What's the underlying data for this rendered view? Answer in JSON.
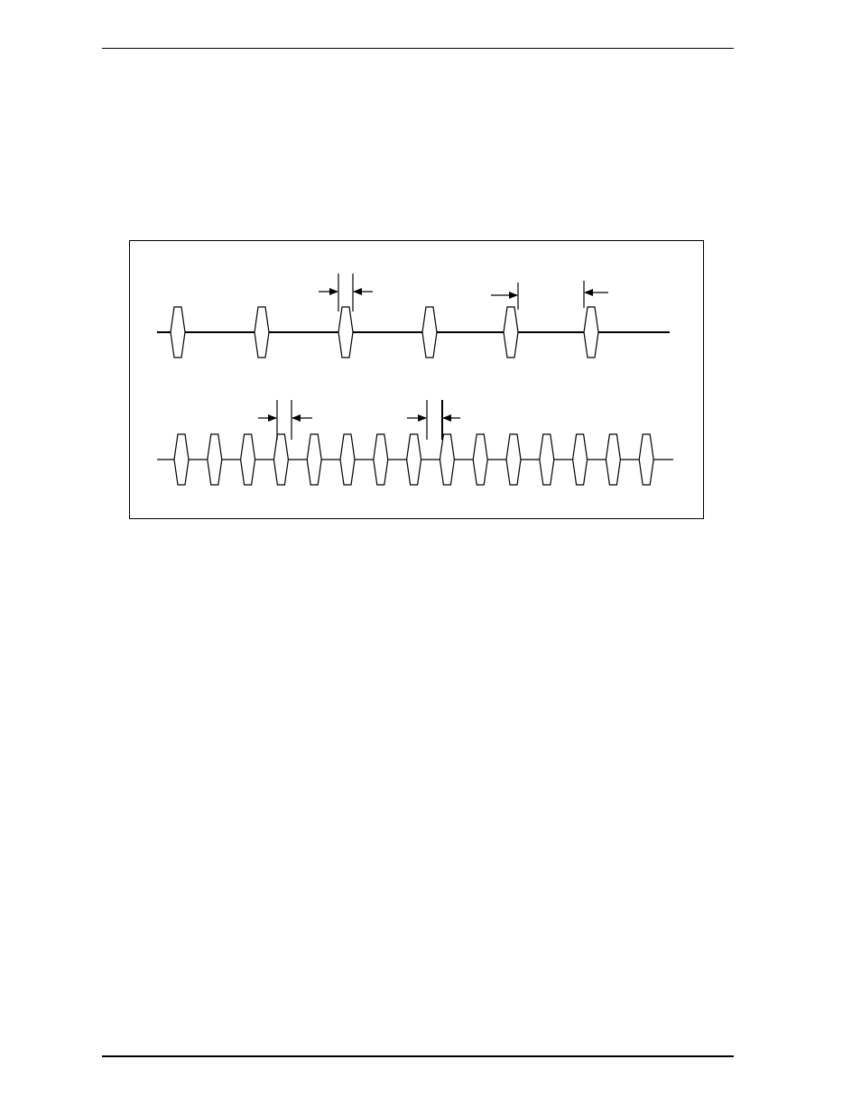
{
  "page": {
    "header_rule": true,
    "footer_rule": true
  },
  "diagram": {
    "description_free": true,
    "rows": [
      {
        "id": "top-row",
        "cell_count": 6
      },
      {
        "id": "bottom-row",
        "cell_count": 15
      }
    ],
    "colors": {
      "stroke": "#000000",
      "fill": "#ffffff"
    }
  }
}
